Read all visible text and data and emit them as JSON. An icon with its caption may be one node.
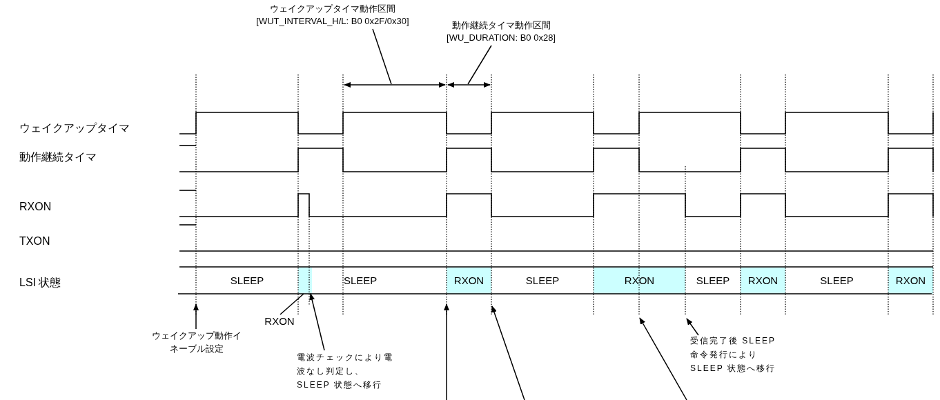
{
  "diagram": {
    "nodes": [
      {
        "text": [
          "ウェイクアップタイマ動作区間",
          "[WUT_INTERVAL_H/L: B0 0x2F/0x30]"
        ]
      },
      {
        "text": [
          "動作継続タイマ動作区間",
          "[WU_DURATION: B0 0x28]"
        ]
      },
      {
        "text": [
          "SLEEP"
        ]
      },
      {
        "text": [],
        "shape": "box"
      },
      {
        "text": [
          "SLEEP"
        ]
      },
      {
        "text": [
          "RXON"
        ]
      },
      {
        "text": [
          "SLEEP"
        ]
      },
      {
        "text": [
          "RXON"
        ]
      },
      {
        "text": [
          "SLEEP"
        ]
      },
      {
        "text": [
          "RXON"
        ]
      },
      {
        "text": [
          "SLEEP"
        ]
      },
      {
        "text": [
          "RXON"
        ]
      },
      {
        "text": [
          "RXON"
        ]
      },
      {
        "text": [
          "ウェイクアップ動作イネーブル設定"
        ]
      },
      {
        "text": [
          "電波チェックにより電波なし判定し、SLEEP 状態へ移行"
        ]
      },
      {
        "text": [
          "受信完了後 SLEEP命令発行によりSLEEP 状態へ移行"
        ]
      }
    ],
    "edges": [
      {
        "from": 0,
        "to": null,
        "arrow": "none"
      },
      {
        "from": 1,
        "to": null,
        "arrow": "none"
      },
      {
        "from": 12,
        "to": 3,
        "arrow": "none"
      },
      {
        "from": 13,
        "to": null,
        "arrow": "to"
      },
      {
        "from": 14,
        "to": 3,
        "arrow": "to"
      },
      {
        "from": 15,
        "to": null,
        "arrow": "to"
      }
    ],
    "labels": [
      "ウェイクアップタイマ",
      "動作継続タイマ",
      "RXON",
      "TXON",
      "LSI 状態"
    ]
  }
}
